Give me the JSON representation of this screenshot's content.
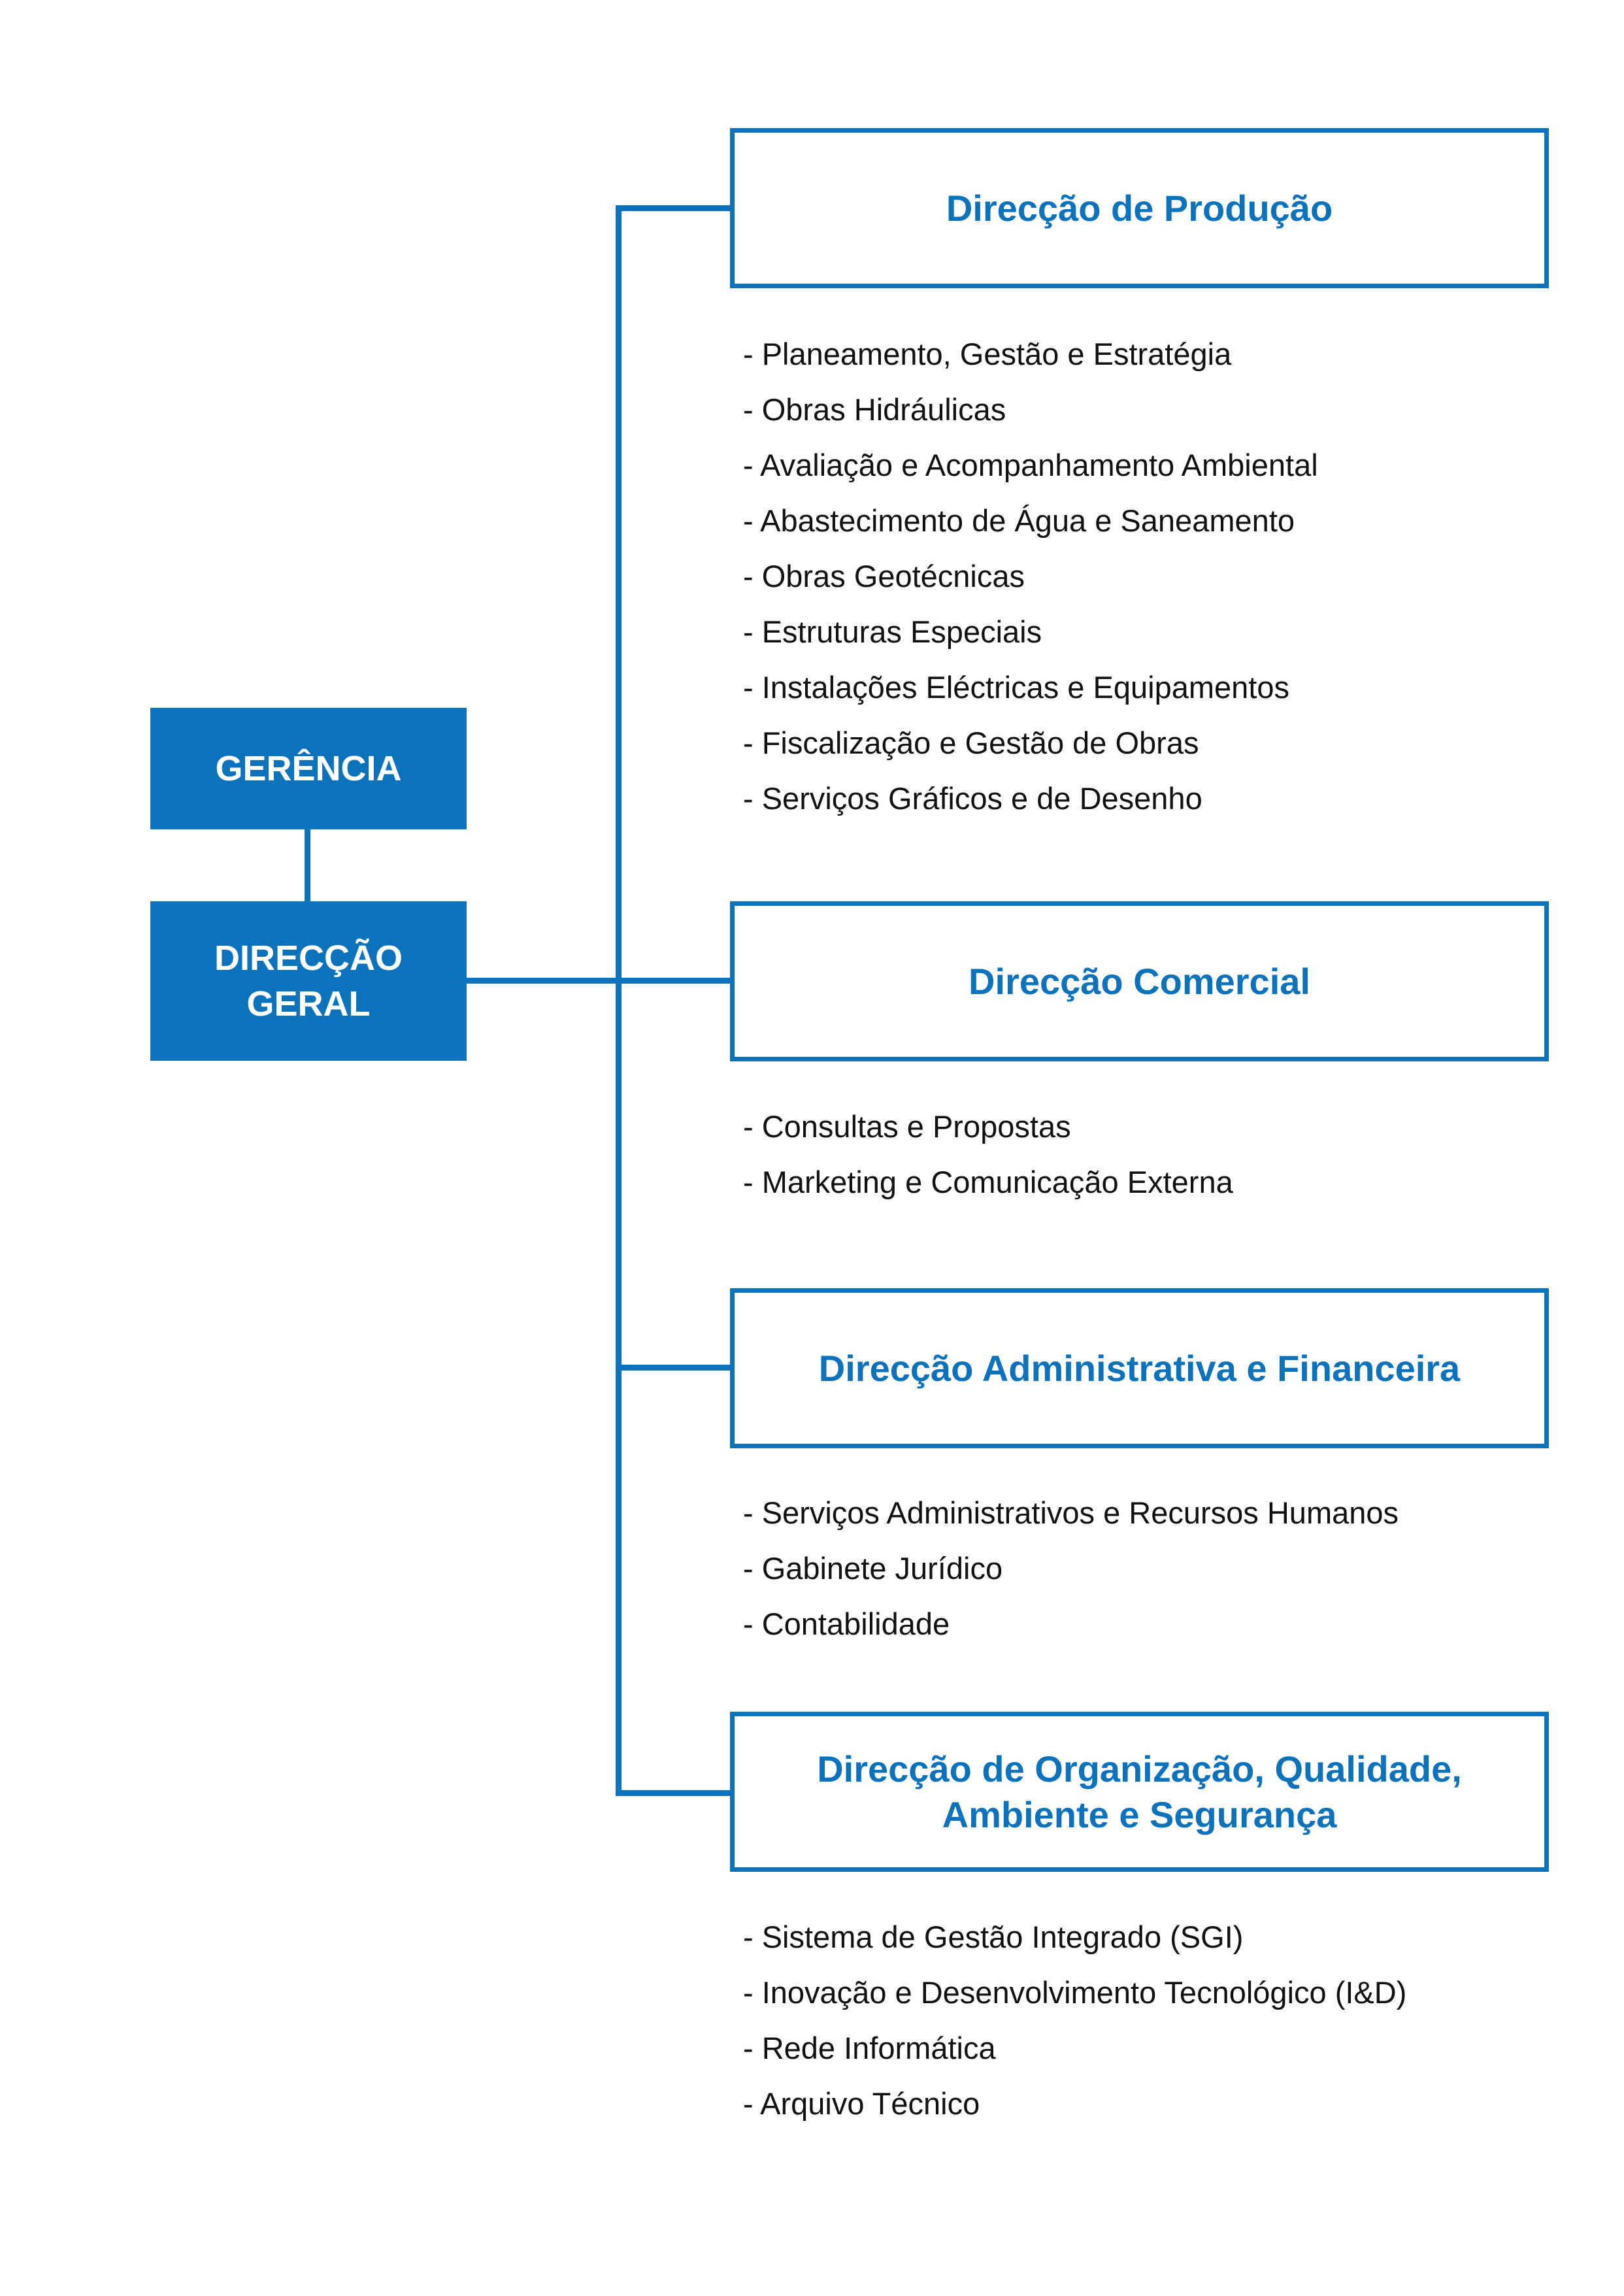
{
  "colors": {
    "accent": "#0b72bb",
    "text": "#111111",
    "background": "#ffffff"
  },
  "left": {
    "gerencia": "GERÊNCIA",
    "direccao_geral": [
      "DIRECÇÃO",
      "GERAL"
    ]
  },
  "departments": [
    {
      "title": [
        "Direcção de Produção"
      ],
      "items": [
        "- Planeamento, Gestão e Estratégia",
        "- Obras Hidráulicas",
        "- Avaliação e Acompanhamento Ambiental",
        "- Abastecimento de Água e Saneamento",
        "- Obras Geotécnicas",
        "- Estruturas Especiais",
        "- Instalações Eléctricas e Equipamentos",
        "- Fiscalização e Gestão de Obras",
        "- Serviços Gráficos e de Desenho"
      ]
    },
    {
      "title": [
        "Direcção Comercial"
      ],
      "items": [
        "- Consultas e Propostas",
        "- Marketing e Comunicação Externa"
      ]
    },
    {
      "title": [
        "Direcção Administrativa e Financeira"
      ],
      "items": [
        "- Serviços Administrativos e Recursos Humanos",
        "- Gabinete Jurídico",
        "- Contabilidade"
      ]
    },
    {
      "title": [
        "Direcção de Organização, Qualidade,",
        "Ambiente e Segurança"
      ],
      "items": [
        "- Sistema de Gestão Integrado (SGI)",
        "- Inovação e Desenvolvimento Tecnológico (I&D)",
        "- Rede Informática",
        "- Arquivo Técnico"
      ]
    }
  ]
}
